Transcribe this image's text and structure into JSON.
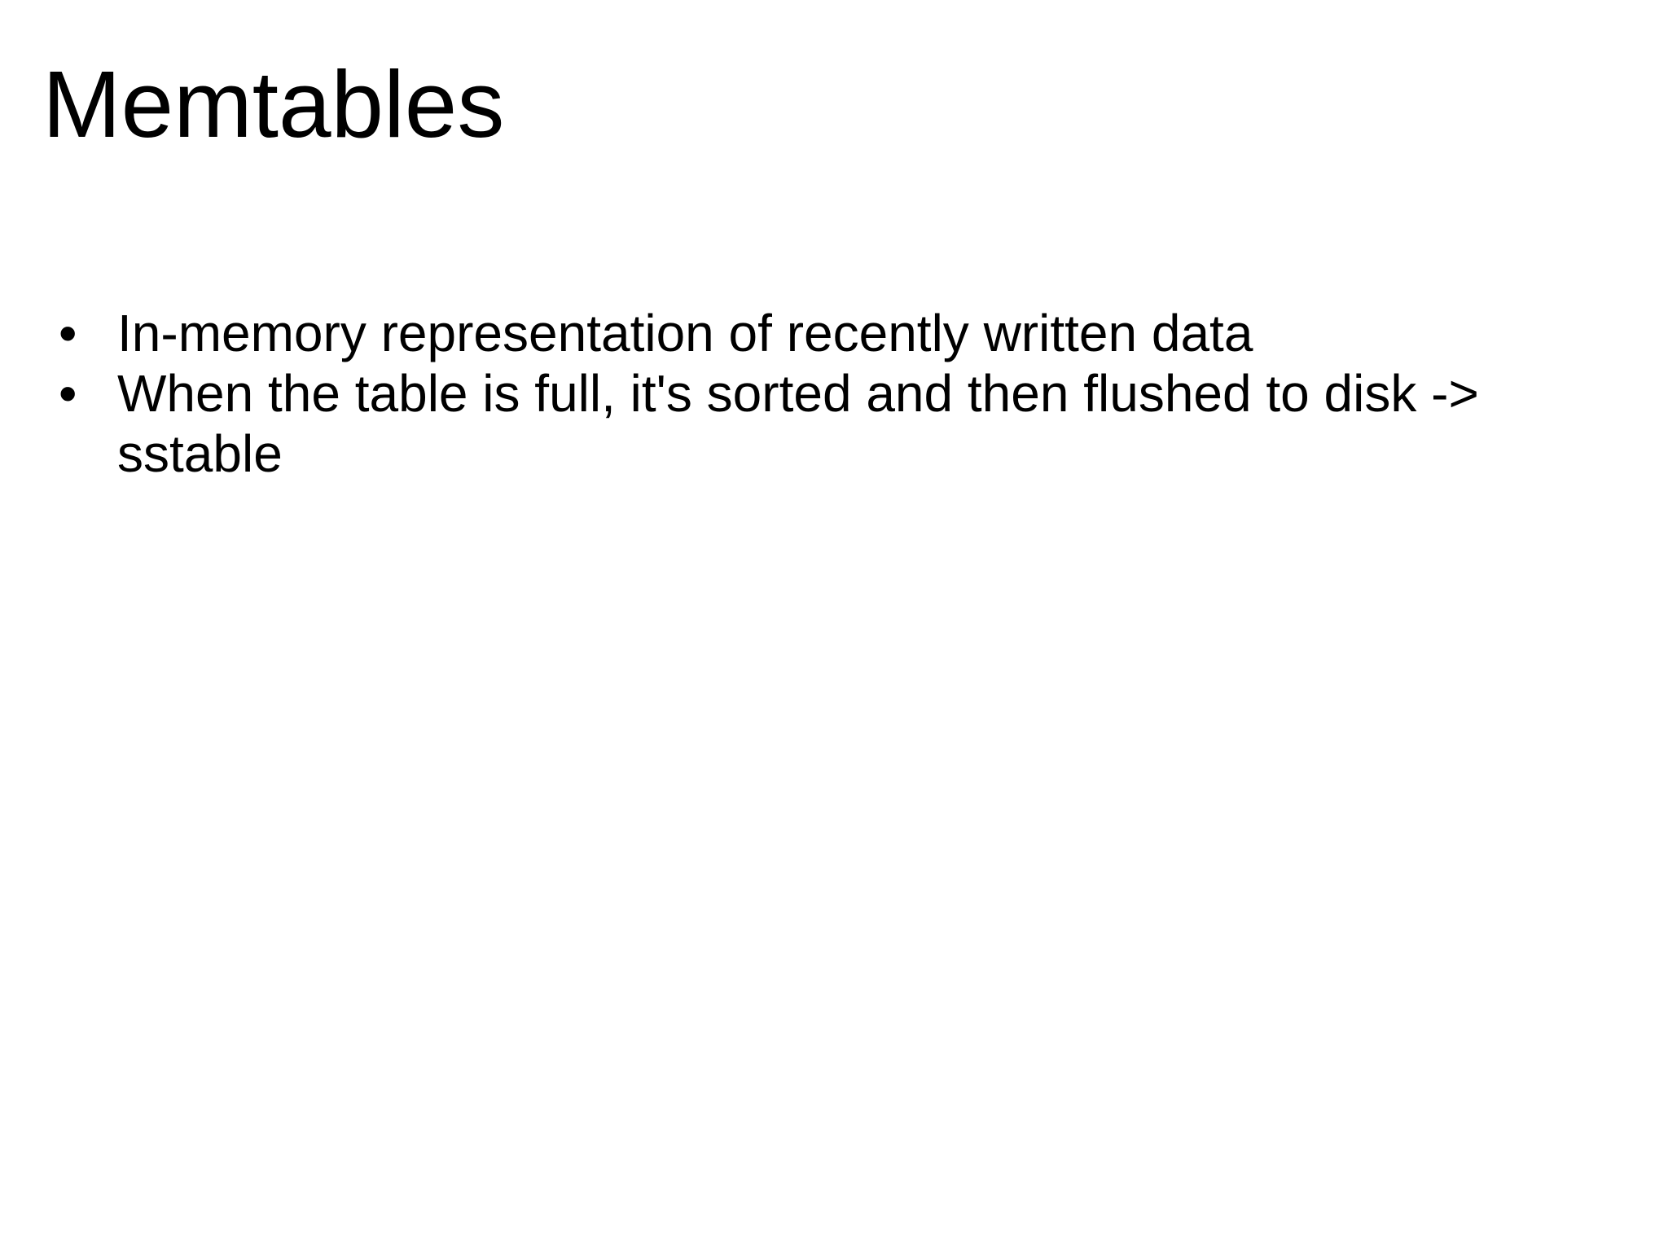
{
  "slide": {
    "title": "Memtables",
    "bullets": [
      {
        "glyph": "•",
        "text": "In-memory representation of recently written data"
      },
      {
        "glyph": "•",
        "text": "When the table is full, it's sorted and then flushed to disk -> sstable"
      }
    ]
  }
}
